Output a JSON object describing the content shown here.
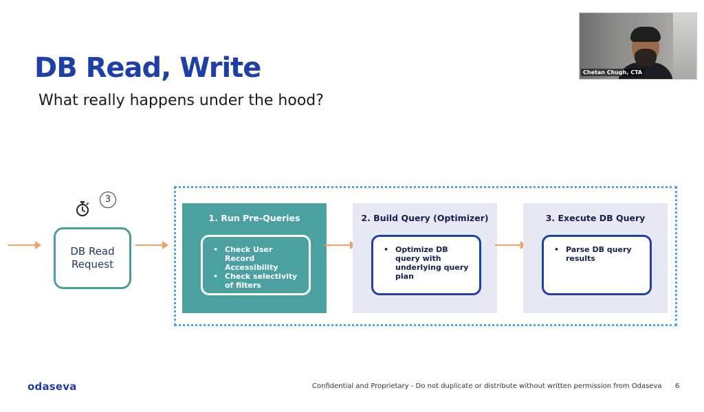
{
  "slide": {
    "title": "DB Read, Write",
    "subtitle": "What really happens under the hood?"
  },
  "video": {
    "participant_name": "Chetan Chugh, CTA"
  },
  "diagram": {
    "badge_number": "3",
    "timer_icon": "stopwatch-icon",
    "request_label": "DB Read Request",
    "steps": [
      {
        "title": "1. Run Pre-Queries",
        "bullets": [
          "Check User Record Accessibility",
          "Check selectivity of filters"
        ]
      },
      {
        "title": "2. Build Query (Optimizer)",
        "bullets": [
          "Optimize DB query with underlying query plan"
        ]
      },
      {
        "title": "3. Execute DB Query",
        "bullets": [
          "Parse DB query results"
        ]
      }
    ],
    "colors": {
      "arrow": "#f0a062",
      "step1_bg": "#4ba1a0",
      "step_bg": "#e6e9f4",
      "dotted_border": "#49a8d8",
      "accent": "#1f3fa6"
    }
  },
  "footer": {
    "logo": "odaseva",
    "notice": "Confidential and Proprietary - Do not duplicate or distribute without written permission from Odaseva",
    "page_number": "6"
  }
}
